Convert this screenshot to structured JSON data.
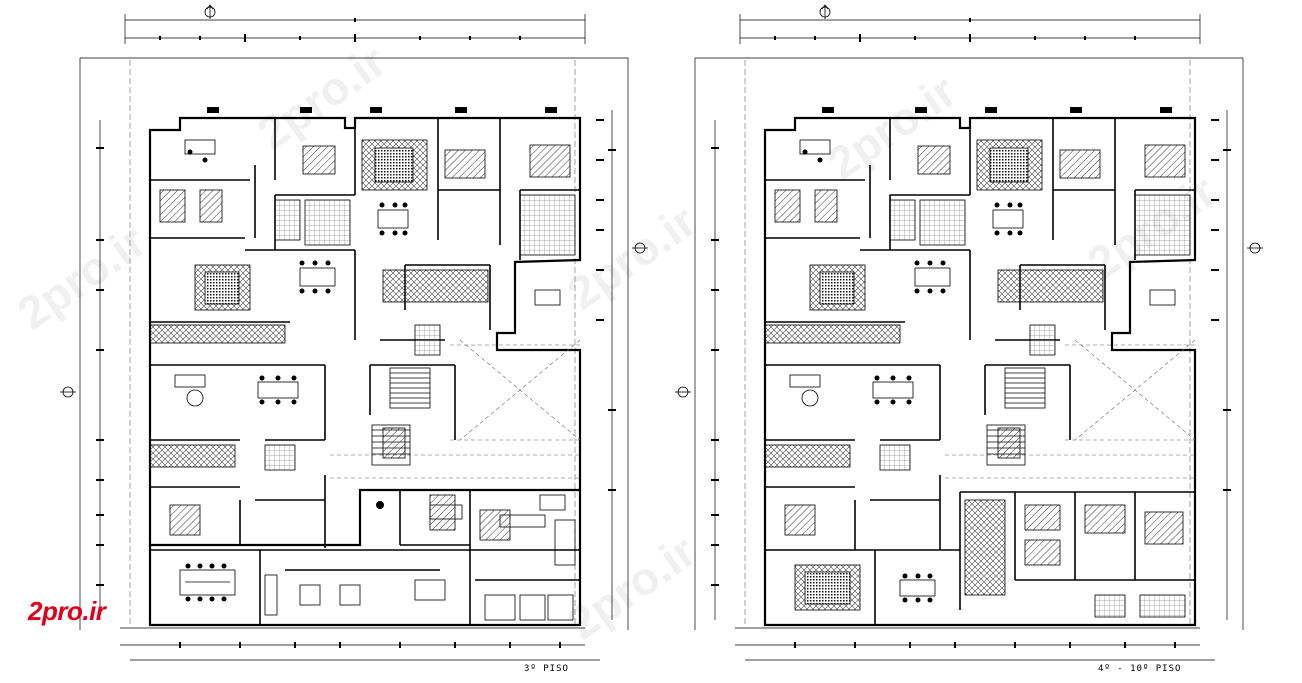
{
  "drawing": {
    "left_plan": {
      "caption": "3º PISO"
    },
    "right_plan": {
      "caption": "4º - 10º PISO"
    }
  },
  "branding": {
    "logo_text": "2pro.ir",
    "logo_color": "#e0001a",
    "watermark_text": "2pro.ir"
  },
  "colors": {
    "ink": "#000000",
    "paper": "#ffffff",
    "hatch": "#555555",
    "dashed": "#666666"
  },
  "icons": [
    "north-arrow-icon",
    "section-marker-icon"
  ]
}
